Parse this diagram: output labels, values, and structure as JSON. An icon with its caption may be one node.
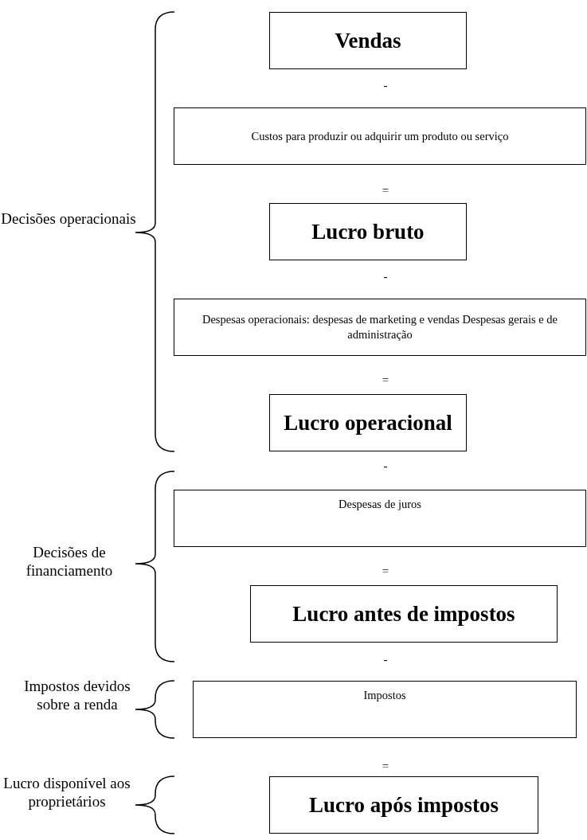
{
  "diagram": {
    "nodes": [
      {
        "text": [
          "Vendas"
        ]
      },
      {
        "text": [
          "Custos para produzir ou adquirir um produto ou serviço"
        ]
      },
      {
        "text": [
          "Lucro bruto"
        ]
      },
      {
        "text": [
          "Despesas operacionais: despesas de marketing e vendas Despesas gerais e de administração"
        ]
      },
      {
        "text": [
          "Lucro operacional"
        ]
      },
      {
        "text": [
          "Despesas de juros"
        ]
      },
      {
        "text": [
          "Lucro antes de impostos"
        ]
      },
      {
        "text": [
          "Impostos"
        ]
      },
      {
        "text": [
          "Lucro após impostos"
        ]
      }
    ],
    "labels": [
      "-",
      "=",
      "Decisões operacionais",
      "-",
      "=",
      "-",
      "Decisões de financiamento",
      "=",
      "-",
      "Impostos devidos sobre a renda",
      "=",
      "Lucro disponível aos proprietários"
    ]
  }
}
